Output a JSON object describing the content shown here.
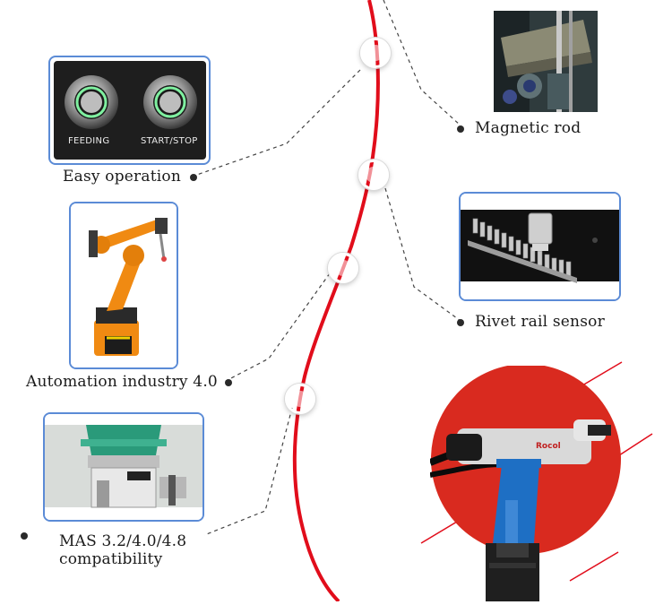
{
  "features": {
    "magnetic_rod": {
      "label": "Magnetic rod"
    },
    "easy_operation": {
      "label": "Easy operation",
      "buttons": [
        {
          "label": "FEEDING"
        },
        {
          "label": "START/STOP"
        }
      ]
    },
    "rivet_rail_sensor": {
      "label": "Rivet rail sensor"
    },
    "automation": {
      "label": "Automation industry 4.0"
    },
    "mas": {
      "label_line1": "MAS 3.2/4.0/4.8",
      "label_line2": "compatibility"
    },
    "rivet_tool": {
      "brand": "Rocol"
    }
  },
  "colors": {
    "accent_red": "#e10d1b",
    "frame_blue": "#5b8bd6",
    "robot_orange": "#f08a12",
    "tool_blue": "#1e6fc4",
    "feeder_green": "#2a9a7a"
  }
}
